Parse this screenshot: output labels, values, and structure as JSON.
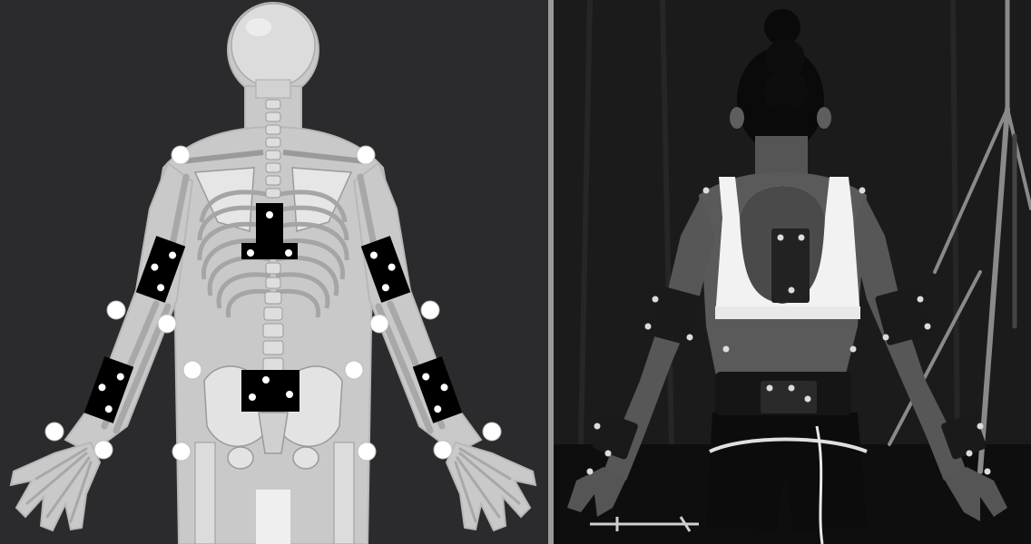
{
  "figure": {
    "left_panel": {
      "subject": "anatomical-diagram-back-view",
      "background_color": "#2b2a2d",
      "body_color": "#c9c9c9",
      "bone_color": "#e6e6e6",
      "marker_color": "#ffffff",
      "cluster_plate_color": "#000000",
      "marker_cluster_count": 6,
      "single_marker_count": 14
    },
    "right_panel": {
      "subject": "photo-subject-back-view-with-motion-capture-markers",
      "background_color": "#161616",
      "skin_color": "#5a5a5a",
      "top_color": "#f2f2f2"
    },
    "divider_color": "#9a9a9a"
  }
}
